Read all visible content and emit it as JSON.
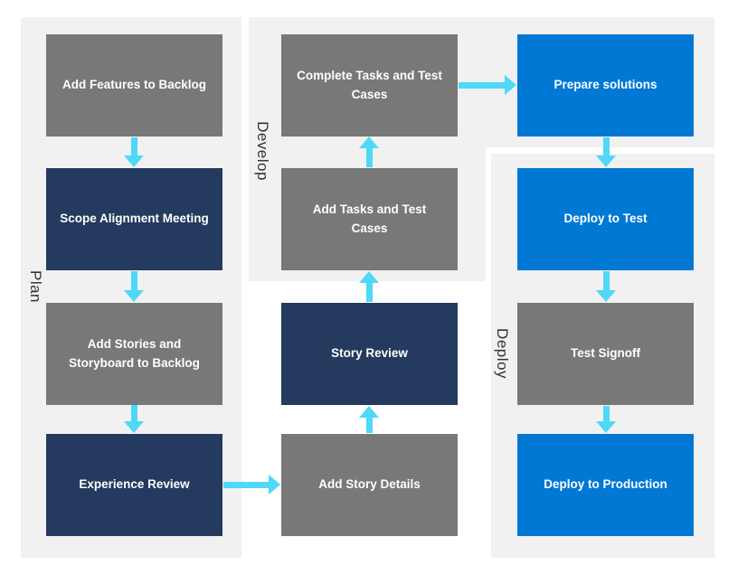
{
  "diagram": {
    "title": "Plan Develop Deploy process flow",
    "type": "flowchart"
  },
  "colors": {
    "panel_background": "#F1F1F2",
    "node_gray": "#787878",
    "node_navy": "#243A5E",
    "node_blue": "#0078D4",
    "arrow_cyan": "#4FD8F7",
    "node_text": "#FFFFFF",
    "lane_label_text": "#333333"
  },
  "lanes": {
    "plan": {
      "label": "Plan"
    },
    "develop": {
      "label": "Develop"
    },
    "deploy": {
      "label": "Deploy"
    }
  },
  "nodes": {
    "add_features": {
      "label": "Add Features to Backlog",
      "lane": "Plan",
      "style": "gray"
    },
    "scope_meeting": {
      "label": "Scope Alignment Meeting",
      "lane": "Plan",
      "style": "navy"
    },
    "add_stories": {
      "label": "Add Stories and Storyboard to Backlog",
      "lane": "Plan",
      "style": "gray"
    },
    "experience": {
      "label": "Experience Review",
      "lane": "Plan",
      "style": "navy"
    },
    "complete_tasks": {
      "label": "Complete Tasks and Test Cases",
      "lane": "Develop",
      "style": "gray"
    },
    "add_tasks": {
      "label": "Add Tasks and Test Cases",
      "lane": "Develop",
      "style": "gray"
    },
    "story_review": {
      "label": "Story Review",
      "lane": "Develop",
      "style": "navy"
    },
    "story_details": {
      "label": "Add Story Details",
      "lane": "Develop",
      "style": "gray"
    },
    "prepare": {
      "label": "Prepare solutions",
      "lane": "Develop",
      "style": "blue"
    },
    "deploy_test": {
      "label": "Deploy to Test",
      "lane": "Deploy",
      "style": "blue"
    },
    "test_signoff": {
      "label": "Test Signoff",
      "lane": "Deploy",
      "style": "gray"
    },
    "deploy_prod": {
      "label": "Deploy to Production",
      "lane": "Deploy",
      "style": "blue"
    }
  },
  "edges": [
    {
      "from": "add_features",
      "to": "scope_meeting",
      "direction": "down"
    },
    {
      "from": "scope_meeting",
      "to": "add_stories",
      "direction": "down"
    },
    {
      "from": "add_stories",
      "to": "experience",
      "direction": "down"
    },
    {
      "from": "experience",
      "to": "story_details",
      "direction": "right"
    },
    {
      "from": "story_details",
      "to": "story_review",
      "direction": "up"
    },
    {
      "from": "story_review",
      "to": "add_tasks",
      "direction": "up"
    },
    {
      "from": "add_tasks",
      "to": "complete_tasks",
      "direction": "up"
    },
    {
      "from": "complete_tasks",
      "to": "prepare",
      "direction": "right"
    },
    {
      "from": "prepare",
      "to": "deploy_test",
      "direction": "down"
    },
    {
      "from": "deploy_test",
      "to": "test_signoff",
      "direction": "down"
    },
    {
      "from": "test_signoff",
      "to": "deploy_prod",
      "direction": "down"
    }
  ]
}
